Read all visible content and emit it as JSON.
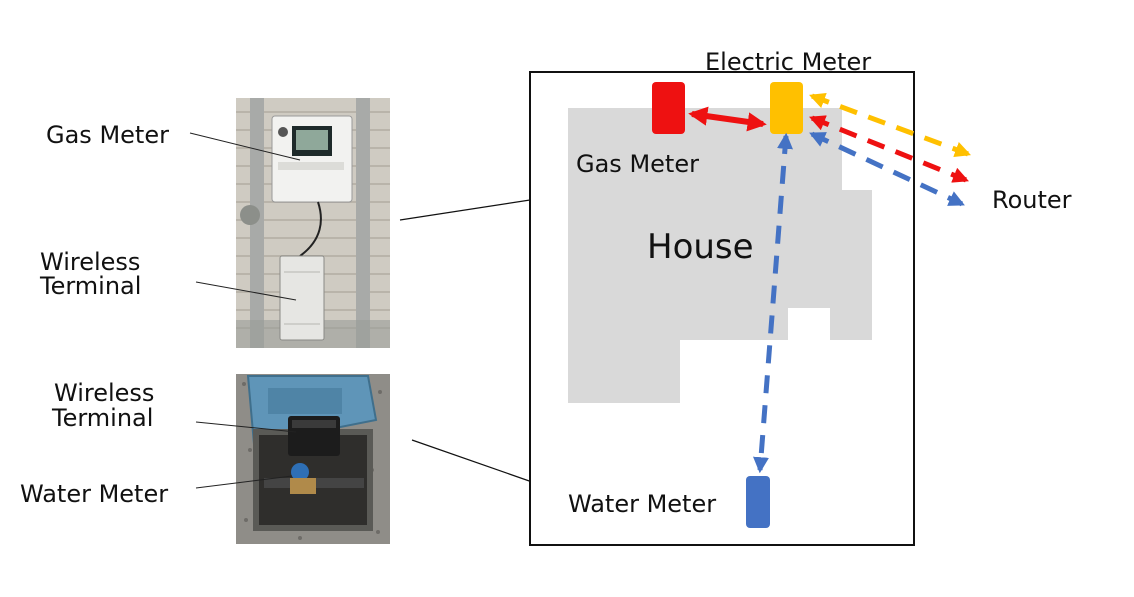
{
  "photo_labels": {
    "gas_meter": "Gas Meter",
    "wireless_terminal_top_line1": "Wireless",
    "wireless_terminal_top_line2": "Terminal",
    "wireless_terminal_bottom_line1": "Wireless",
    "wireless_terminal_bottom_line2": "Terminal",
    "water_meter": "Water Meter"
  },
  "diagram": {
    "house_label": "House",
    "gas_meter_label": "Gas Meter",
    "electric_meter_label": "Electric Meter",
    "water_meter_label": "Water Meter",
    "router_label": "Router"
  },
  "colors": {
    "gas_meter": "#ee1111",
    "electric_meter": "#ffc000",
    "water_meter": "#4472c4",
    "house": "#d9d9d9",
    "link_red": "#ee1111",
    "link_yellow": "#ffc000",
    "link_blue": "#4472c4"
  }
}
